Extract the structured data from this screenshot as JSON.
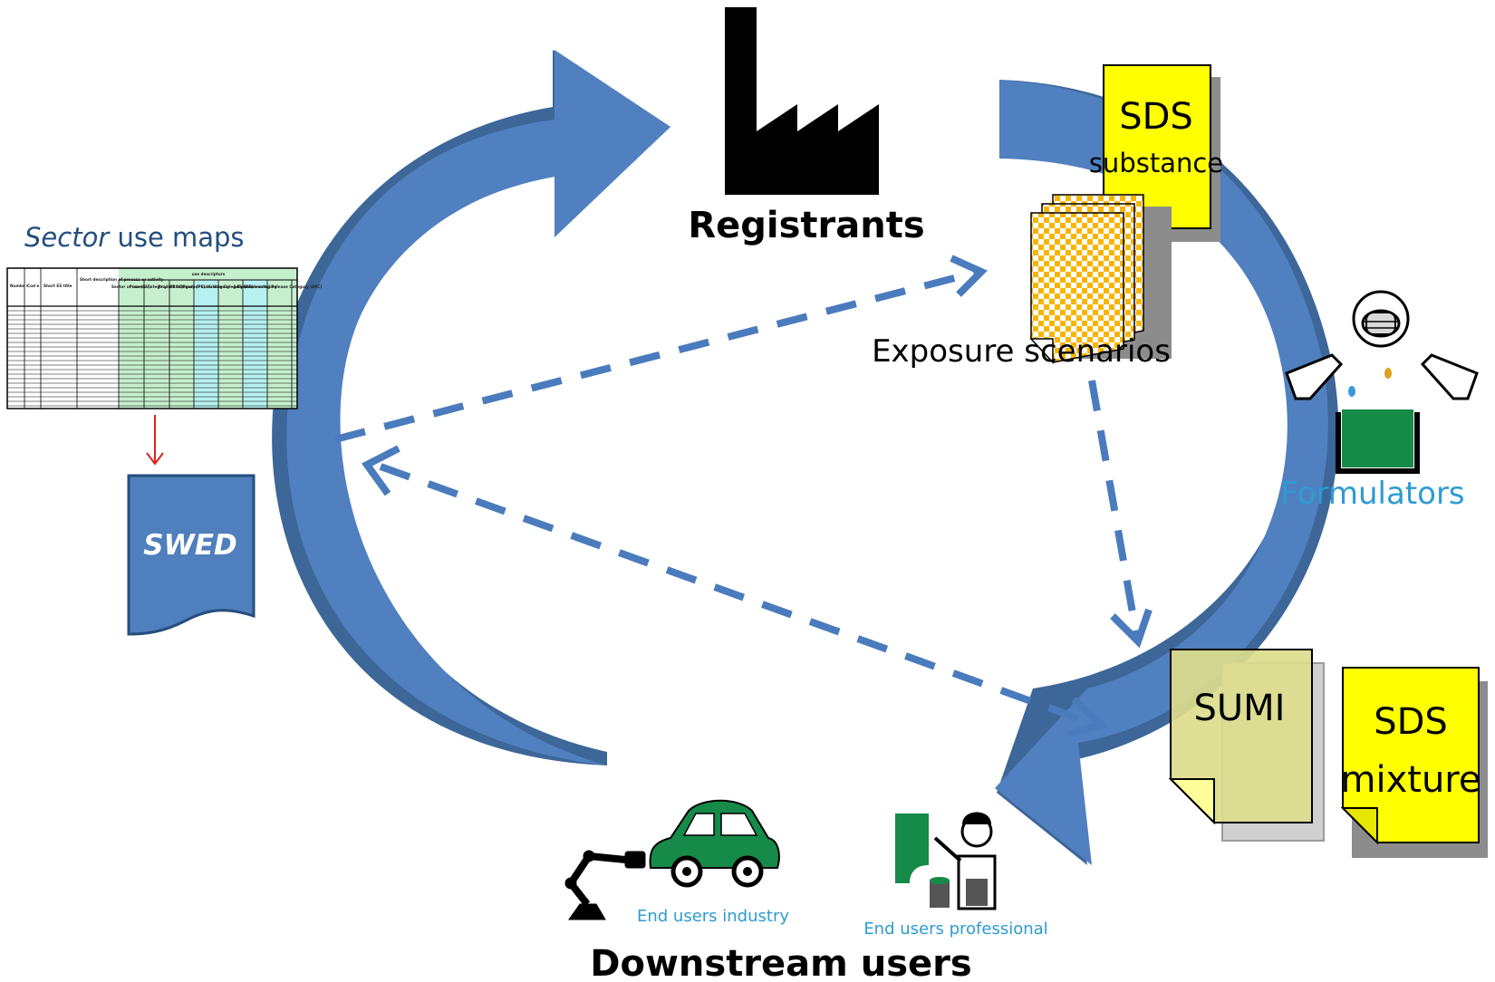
{
  "sector_label": {
    "italic": "Sector",
    "rest": " use maps"
  },
  "swed_label": "SWED",
  "registrants_label": "Registrants",
  "sds_substance": {
    "title": "SDS",
    "subtitle": "substance"
  },
  "exposure_label": "Exposure scenarios",
  "formulators_label": "Formulators",
  "sumi_label": "SUMI",
  "sds_mixture": {
    "title": "SDS",
    "subtitle": "mixture"
  },
  "end_users_industry": "End users industry",
  "end_users_professional": "End users professional",
  "downstream_label": "Downstream users",
  "use_map_table": {
    "headers": [
      "Numbe r",
      "Cod e",
      "Short ES title",
      "Short description of process or activity"
    ],
    "group_header": "use descriptors",
    "descriptor_headers": [
      "Sector of use (SU)",
      "Process Category (PROC)",
      "Product category (PC)",
      "Product Sub-category",
      "Article Category (AC)",
      "Article Sub-category",
      "Environ-mental Release Category (ERC)"
    ]
  },
  "colors": {
    "arrow_blue": "#4f7fbd",
    "arrow_shadow": "#3c6496",
    "dash_blue": "#4a7bbd",
    "sds_yellow": "#ffff00",
    "sumi_fill": "#dcdc8c",
    "formulators_text": "#2e9bd3",
    "car_green": "#168a48",
    "table_green": "#c6efce",
    "table_cyan": "#b7f0f0"
  }
}
